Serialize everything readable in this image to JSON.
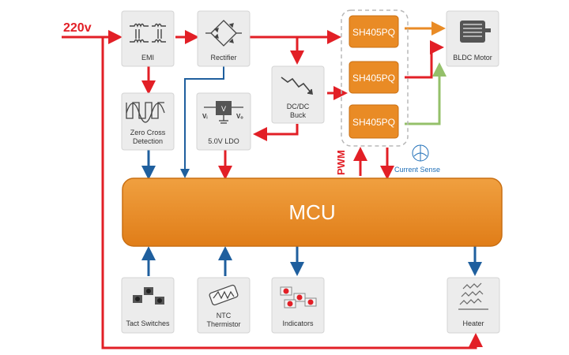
{
  "colors": {
    "red": "#e21f26",
    "blue": "#1f5f9e",
    "orange": "#e98b25",
    "green": "#94c06a",
    "mcu_fill": "#e98b25",
    "chip_fill": "#e98b25",
    "box_fill": "#ececec"
  },
  "input_label": "220v",
  "blocks": {
    "emi": {
      "label": "EMI",
      "icon": "emi-filter-icon"
    },
    "rectifier": {
      "label": "Rectifier",
      "icon": "bridge-rectifier-icon"
    },
    "zero_cross": {
      "label_line1": "Zero Cross",
      "label_line2": "Detection",
      "icon": "sine-wave-icon"
    },
    "ldo": {
      "label": "5.0V LDO",
      "icon": "voltage-regulator-icon",
      "in_pin": "Vᵢ",
      "out_pin": "Vₒ",
      "center": "V"
    },
    "buck": {
      "label_line1": "DC/DC",
      "label_line2": "Buck",
      "icon": "step-down-icon"
    },
    "bldc": {
      "label": "BLDC Motor",
      "icon": "motor-icon"
    },
    "tact": {
      "label": "Tact Switches",
      "icon": "tact-switch-icon"
    },
    "ntc": {
      "label_line1": "NTC",
      "label_line2": "Thermistor",
      "icon": "thermistor-icon"
    },
    "indicators": {
      "label": "Indicators",
      "icon": "led-icon"
    },
    "heater": {
      "label": "Heater",
      "icon": "heater-icon"
    }
  },
  "drivers": [
    "SH405PQ",
    "SH405PQ",
    "SH405PQ"
  ],
  "mcu_label": "MCU",
  "pwm_label": "PWM",
  "current_sense_label": "Current Sense"
}
